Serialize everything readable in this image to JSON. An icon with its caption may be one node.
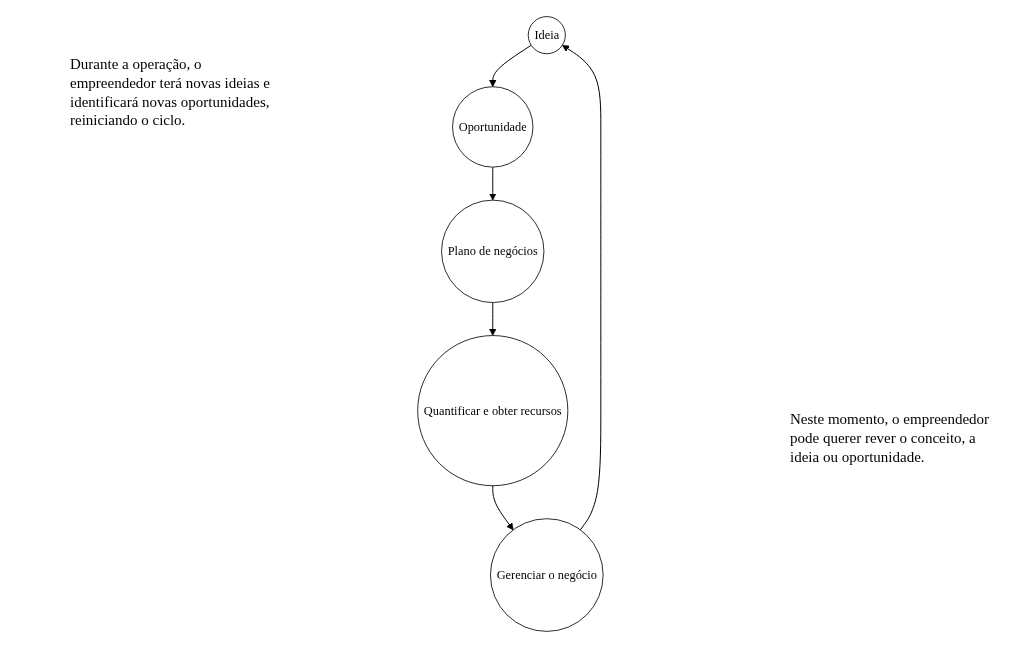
{
  "diagram": {
    "nodes": [
      {
        "text": [
          "Ideia"
        ]
      },
      {
        "text": [
          "Oportunidade"
        ]
      },
      {
        "text": [
          "Plano de negócios"
        ]
      },
      {
        "text": [
          "Quantificar e obter recursos"
        ]
      },
      {
        "text": [
          "Gerenciar o negócio"
        ]
      }
    ],
    "edges": [
      {
        "from": 0,
        "to": 1,
        "arrow": "to"
      },
      {
        "from": 1,
        "to": 2,
        "arrow": "to"
      },
      {
        "from": 2,
        "to": 3,
        "arrow": "to"
      },
      {
        "from": 3,
        "to": 4,
        "arrow": "to"
      },
      {
        "from": 4,
        "to": 0,
        "arrow": "to"
      }
    ],
    "labels": [
      "Durante a operação, o empreendedor terá novas ideias e identificará novas oportunidades, reiniciando o ciclo.",
      "Neste momento, o empreendedor pode querer rever o conceito, a ideia ou oportunidade."
    ]
  }
}
